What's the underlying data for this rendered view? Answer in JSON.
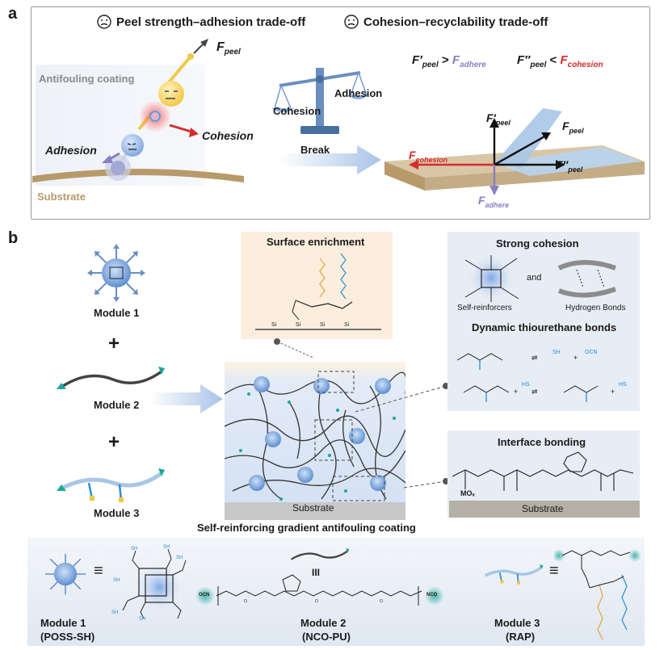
{
  "panel_a": {
    "letter": "a",
    "tradeoff1_icon": "sad-face-icon",
    "tradeoff1": "Peel strength–adhesion trade-off",
    "tradeoff2_icon": "sad-face-icon",
    "tradeoff2": "Cohesion–recyclability trade-off",
    "antifouling_coating": "Antifouling coating",
    "substrate": "Substrate",
    "adhesion": "Adhesion",
    "cohesion": "Cohesion",
    "f_peel_main": "F",
    "f_peel_sub": "peel",
    "balance_cohesion": "Cohesion",
    "balance_adhesion": "Adhesion",
    "balance_break": "Break",
    "eq1": {
      "lhs": "F′",
      "lhs_sub": "peel",
      "op": ">",
      "rhs": "F",
      "rhs_sub": "adhere"
    },
    "eq2": {
      "lhs": "F″",
      "lhs_sub": "peel",
      "op": "<",
      "rhs": "F",
      "rhs_sub": "cohesion"
    },
    "vec_fpeel_prime": {
      "main": "F′",
      "sub": "peel"
    },
    "vec_fpeel": {
      "main": "F",
      "sub": "peel"
    },
    "vec_fpeel_dprime": {
      "main": "F″",
      "sub": "peel"
    },
    "vec_fcohesion": {
      "main": "F",
      "sub": "cohesion"
    },
    "vec_fadhere": {
      "main": "F",
      "sub": "adhere"
    }
  },
  "panel_b": {
    "letter": "b",
    "module1": "Module 1",
    "module2": "Module 2",
    "module3": "Module 3",
    "plus": "+",
    "surface_enrichment": "Surface enrichment",
    "strong_cohesion": "Strong cohesion",
    "and": "and",
    "self_reinforcers": "Self-reinforcers",
    "hydrogen_bonds": "Hydrogen Bonds",
    "dynamic_bonds": "Dynamic thiourethane bonds",
    "interface_bonding": "Interface bonding",
    "substrate_center": "Substrate",
    "substrate_right": "Substrate",
    "coating_caption": "Self-reinforcing gradient antifouling coating",
    "mox": "MOₓ",
    "bottom": {
      "m1_label": "Module 1",
      "m1_sub": "(POSS-SH)",
      "m2_label": "Module 2",
      "m2_sub": "(NCO-PU)",
      "m3_label": "Module 3",
      "m3_sub": "(RAP)",
      "equiv1": "≡",
      "equiv2": "III",
      "equiv3": "≡",
      "ocn": "OCN",
      "nco": "NCO"
    }
  },
  "colors": {
    "blue_accent": "#4f86c6",
    "red_accent": "#d62b2b",
    "orange_chain": "#e8a23a",
    "cyan_chain": "#2a8fd6",
    "teal_end": "#1fa89a",
    "purple_label": "#8a7fc0",
    "substrate_tan": "#c9b08a"
  }
}
